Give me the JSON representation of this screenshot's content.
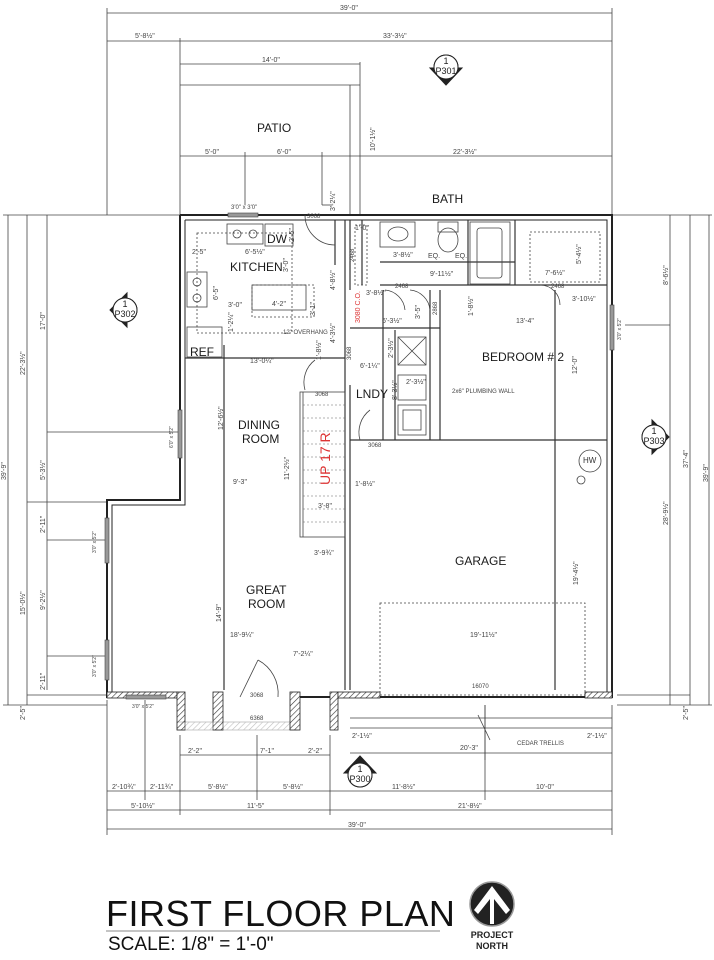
{
  "title_block": {
    "title": "FIRST FLOOR PLAN",
    "scale": "SCALE: 1/8\" = 1'-0\"",
    "north_line1": "PROJECT",
    "north_line2": "NORTH"
  },
  "rooms": {
    "patio": "PATIO",
    "bath": "BATH",
    "kitchen": "KITCHEN",
    "dw": "DW",
    "ref": "REF",
    "bedroom2": "BEDROOM # 2",
    "lndy": "LNDY",
    "dining1": "DINING",
    "dining2": "ROOM",
    "garage": "GARAGE",
    "great1": "GREAT",
    "great2": "ROOM",
    "hw": "HW"
  },
  "section_tags": [
    {
      "number": "1",
      "sheet": "P301"
    },
    {
      "number": "1",
      "sheet": "P302"
    },
    {
      "number": "1",
      "sheet": "P303"
    },
    {
      "number": "1",
      "sheet": "P300"
    }
  ],
  "stair": {
    "label": "UP 17 R",
    "width": "3'-8\"",
    "run": "11'-2½\"",
    "landing": "3'-9¾\""
  },
  "notes": {
    "overhang": "12\" OVERHANG",
    "plumbing_wall": "2x6\" PLUMBING WALL",
    "cedar_trellis": "CEDAR TRELLIS",
    "sliding_door": "3080 C.O.",
    "eq1": "EQ.",
    "eq2": "EQ."
  },
  "openings": {
    "window_kitchen": "3'0\" x 3'0\"",
    "door_3068_top": "3068",
    "door_2468_a": "2468",
    "door_2468_b": "2468",
    "door_2468_c": "2468",
    "door_2868": "2868",
    "door_3068_lndy": "3068",
    "door_3068_stair": "3068",
    "door_3068_garage": "3068",
    "door_3068_entry": "3068",
    "door_6368": "6368",
    "garage_door": "16070",
    "win_left_upper": "6'0\" x 5'2\"",
    "win_left_mid": "3'0\" x 5'2\"",
    "win_left_lower": "3'0\" x 5'2\"",
    "win_front": "3'0\" x 5'2\"",
    "win_bedroom": "3'0\" x 5'2\""
  },
  "dimensions": {
    "top_overall": "39'-0\"",
    "top_left": "5'-8½\"",
    "top_right": "33'-3½\"",
    "patio_width": "14'-0\"",
    "patio_a": "5'-0\"",
    "patio_b": "6'-0\"",
    "patio_c": "22'-3½\"",
    "patio_depth": "10'-1½\"",
    "kitchen_3_2": "3'-2¼\"",
    "k_2_5": "2'-5\"",
    "k_6_5": "6'-5½\"",
    "k_2_5v": "2'-5\"",
    "k_3_0v": "3'-0\"",
    "k_6_5v": "6'-5\"",
    "k_3_0": "3'-0\"",
    "k_4_2": "4'-2\"",
    "k_3_1": "3'-1\"",
    "k_1_2": "1'-2¼\"",
    "k_4_8": "4'-8½\"",
    "k_4_3": "4'-3½\"",
    "k_1_8": "1'-8½\"",
    "k_13_0": "13'-0¼\"",
    "b_1_0": "1'-0\"",
    "b_3_8": "3'-8½\"",
    "b_9_11": "9'-11½\"",
    "b_7_6": "7'-6½\"",
    "b_5_4": "5'-4½\"",
    "b_3_8b": "3'-8½\"",
    "b_3_5": "3'-5\"",
    "b_1_8": "1'-8½\"",
    "b_3_10": "3'-10½\"",
    "b_6_3": "6'-3½\"",
    "b_13_4": "13'-4\"",
    "l_2_3": "2'-3½\"",
    "l_6_1": "6'-1¼\"",
    "l_2_3b": "2'-3½\"",
    "l_8_3": "8'-3½\"",
    "bed_12_0": "12'-0\"",
    "d_12_6": "12'-6½\"",
    "d_9_3": "9'-3\"",
    "g_1_8": "1'-8½\"",
    "g_19_4": "19'-4½\"",
    "g_19_11": "19'-11½\"",
    "gr_14_9": "14'-9\"",
    "gr_18_9": "18'-9¼\"",
    "gr_7_2": "7'-2¼\"",
    "t_2_1a": "2'-1½\"",
    "t_2_1b": "2'-1½\"",
    "t_20_3": "20'-3\"",
    "bot_2_2a": "2'-2\"",
    "bot_7_1": "7'-1\"",
    "bot_2_2b": "2'-2\"",
    "bot_2_10": "2'-10¾\"",
    "bot_2_11": "2'-11¾\"",
    "bot_5_8a": "5'-8½\"",
    "bot_5_8b": "5'-8½\"",
    "bot_11_8": "11'-8½\"",
    "bot_10_0": "10'-0\"",
    "bot_5_10": "5'-10½\"",
    "bot_11_5": "11'-5\"",
    "bot_21_8": "21'-8½\"",
    "bot_overall": "39'-0\"",
    "left_22_3": "22'-3½\"",
    "left_17_0": "17'-0\"",
    "left_39_9": "39'-9\"",
    "left_5_3": "5'-3½\"",
    "left_2_11a": "2'-11\"",
    "left_15_0": "15'-0½\"",
    "left_9_2": "9'-2½\"",
    "left_2_11b": "2'-11\"",
    "left_2_5": "2'-5\"",
    "right_8_6": "8'-6½\"",
    "right_37_4": "37'-4\"",
    "right_39_9": "39'-9\"",
    "right_28_9": "28'-9½\"",
    "right_2_5": "2'-5\""
  }
}
